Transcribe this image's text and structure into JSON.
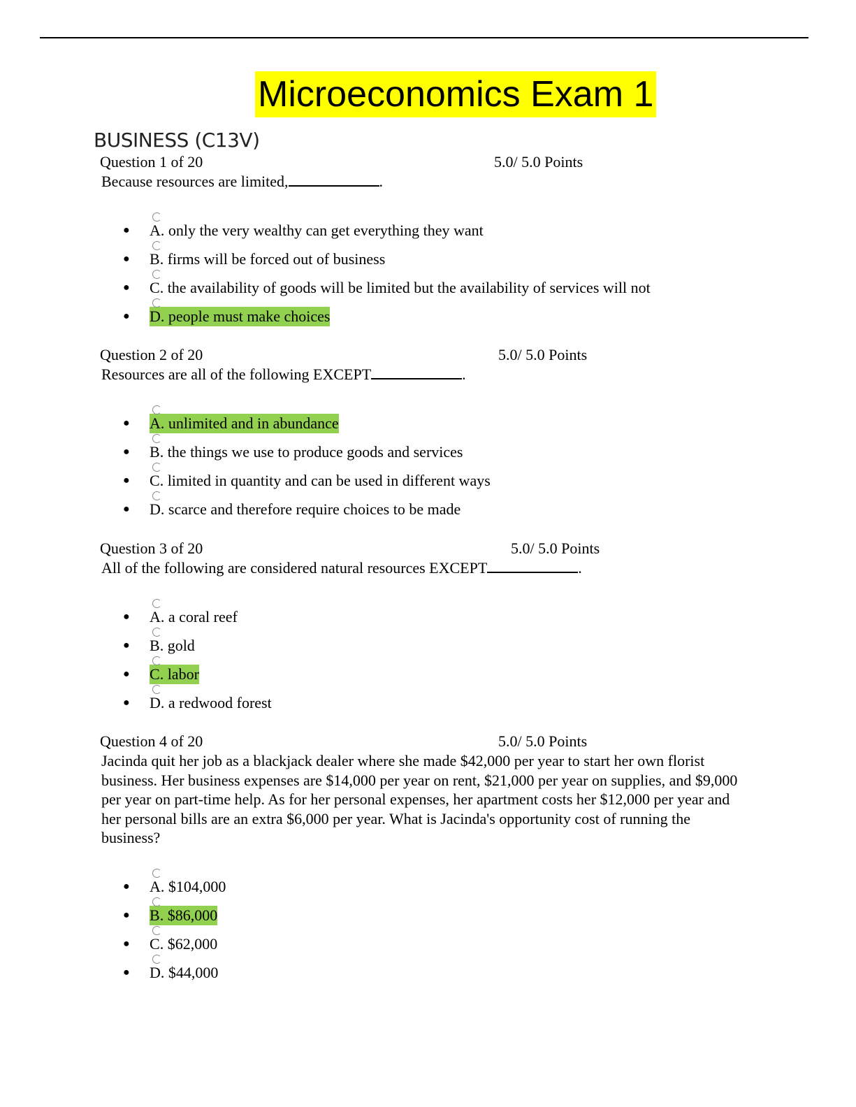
{
  "doc": {
    "title": "Microeconomics Exam 1",
    "subject": "BUSINESS (C13V)"
  },
  "questions": [
    {
      "number": "Question 1 of 20",
      "points": "5.0/ 5.0 Points",
      "text_before": "Because resources are limited,",
      "text_after": ".",
      "options": [
        {
          "letter": "A",
          "text": "only the very wealthy can get everything they  want",
          "selected": false
        },
        {
          "letter": "B",
          "text": "firms will be forced out of business",
          "selected": false
        },
        {
          "letter": "C",
          "text": "the availability of goods will be limited but the availability of services will  not",
          "selected": false
        },
        {
          "letter": "D",
          "text": "people must make choices",
          "selected": true
        }
      ]
    },
    {
      "number": "Question 2 of 20",
      "points": "5.0/ 5.0 Points",
      "text_before": "Resources are all of the following EXCEPT",
      "text_after": ".",
      "options": [
        {
          "letter": "A",
          "text": "unlimited and in abundance",
          "selected": true
        },
        {
          "letter": "B",
          "text": "the things we use to produce goods and services",
          "selected": false
        },
        {
          "letter": "C",
          "text": "limited in quantity and can be used in different ways",
          "selected": false
        },
        {
          "letter": "D",
          "text": "scarce and therefore require choices to be made",
          "selected": false
        }
      ]
    },
    {
      "number": "Question 3 of 20",
      "points": "5.0/ 5.0 Points",
      "text_before": "All of the following are considered natural resources EXCEPT",
      "text_after": ".",
      "options": [
        {
          "letter": "A",
          "text": "a coral reef",
          "selected": false
        },
        {
          "letter": "B",
          "text": "gold",
          "selected": false
        },
        {
          "letter": "C",
          "text": "labor",
          "selected": true
        },
        {
          "letter": "D",
          "text": "a redwood forest",
          "selected": false
        }
      ]
    },
    {
      "number": "Question 4 of 20",
      "points": "5.0/ 5.0 Points",
      "text_before": "Jacinda quit her job as a blackjack dealer where she made $42,000 per year to start her own florist business. Her business expenses are $14,000 per year on rent, $21,000 per year on supplies, and $9,000 per year on part-time help. As for her personal expenses, her apartment costs her $12,000 per year and her personal bills are an extra $6,000 per year. What is Jacinda's opportunity cost of running the business?",
      "text_after": "",
      "options": [
        {
          "letter": "A",
          "text": "$104,000",
          "selected": false
        },
        {
          "letter": "B",
          "text": "$86,000",
          "selected": true
        },
        {
          "letter": "C",
          "text": "$62,000",
          "selected": false
        },
        {
          "letter": "D",
          "text": "$44,000",
          "selected": false
        }
      ]
    }
  ]
}
